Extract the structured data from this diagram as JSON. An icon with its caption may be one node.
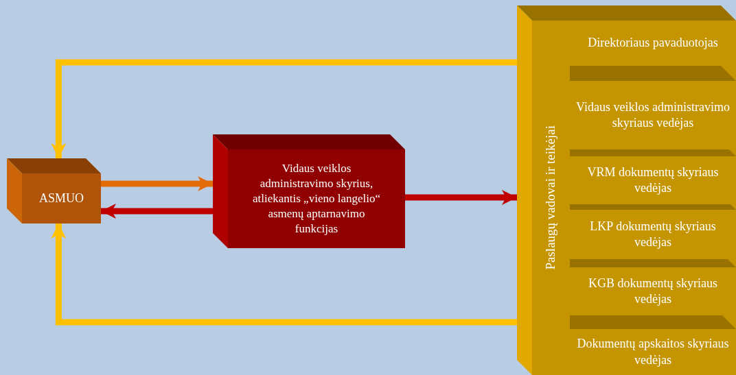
{
  "diagram": {
    "nodes": [
      {
        "text": [
          "ASMUO"
        ]
      },
      {
        "text": [
          "Vidaus veiklos administravimo skyrius, atliekantis „vieno langelio“ asmenų aptarnavimo funkcijas"
        ]
      },
      {
        "text": [
          "Paslaugų vadovai ir teikėjai"
        ]
      },
      {
        "text": [
          "Direktoriaus pavaduotojas"
        ],
        "in": 2
      },
      {
        "text": [
          "Vidaus veiklos administravimo skyriaus vedėjas"
        ],
        "in": 2
      },
      {
        "text": [
          "VRM dokumentų skyriaus vedėjas"
        ],
        "in": 2
      },
      {
        "text": [
          "LKP dokumentų skyriaus vedėjas"
        ],
        "in": 2
      },
      {
        "text": [
          "KGB dokumentų skyriaus vedėjas"
        ],
        "in": 2
      },
      {
        "text": [
          "Dokumentų apskaitos skyriaus vedėjas"
        ],
        "in": 2
      }
    ],
    "edges": [
      {
        "from": 0,
        "to": 1,
        "arrow": "to",
        "color": "#e36c0a"
      },
      {
        "from": 1,
        "to": 0,
        "arrow": "to",
        "color": "#c00000"
      },
      {
        "from": 1,
        "to": 2,
        "arrow": "to",
        "color": "#c00000"
      },
      {
        "from": 2,
        "to": 0,
        "arrow": "to",
        "color": "#ffc000"
      },
      {
        "from": 2,
        "to": 0,
        "arrow": "to",
        "color": "#ffc000"
      }
    ]
  }
}
